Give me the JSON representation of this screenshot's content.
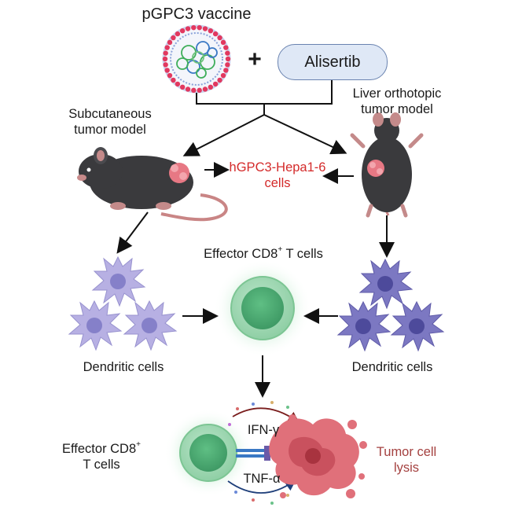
{
  "title": "pGPC3 vaccine",
  "plus_sign": "+",
  "drug": "Alisertib",
  "left_model": [
    "Subcutaneous",
    "tumor model"
  ],
  "right_model": [
    "Liver orthotopic",
    "tumor model"
  ],
  "tumor_cells": [
    "hGPC3-Hepa1-6",
    "cells"
  ],
  "effector_top": "Effector CD8",
  "effector_top_suffix": " T cells",
  "effector_bottom_line1": "Effector CD8",
  "effector_bottom_line2": "T cells",
  "superscript": "+",
  "dendritic_left": "Dendritic cells",
  "dendritic_right": "Dendritic cells",
  "cytokine_1": "IFN-γ",
  "cytokine_2": "TNF-α",
  "outcome": [
    "Tumor cell",
    "lysis"
  ],
  "colors": {
    "tumor_text": "#d42a2a",
    "lysis_text": "#a4403f",
    "dendritic_left": "#b7b0e3",
    "dendritic_right": "#7c78c2",
    "t_cell": "#5fba84",
    "tumor_mass": "#e0707a",
    "pill_fill": "#dfe8f6"
  }
}
